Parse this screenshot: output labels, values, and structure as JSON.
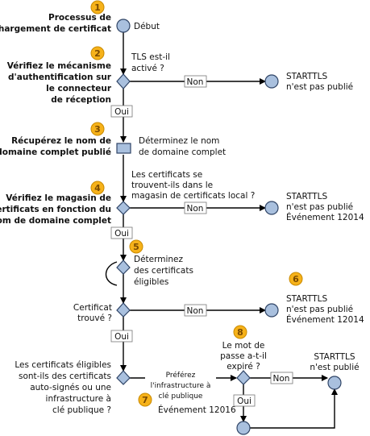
{
  "steps": {
    "s1": {
      "number": "1",
      "title": [
        "Processus de",
        "chargement de certificat"
      ],
      "node_label": "Début"
    },
    "s2": {
      "number": "2",
      "title": [
        "Vérifiez le mécanisme",
        "d'authentification sur",
        "le connecteur",
        "de réception"
      ],
      "question": [
        "TLS est-il",
        "activé ?"
      ],
      "no_label": "Non",
      "result": [
        "STARTTLS",
        "n'est pas publié"
      ],
      "yes_label": "Oui"
    },
    "s3": {
      "number": "3",
      "title": [
        "Récupérez le nom de",
        "domaine complet publié"
      ],
      "node_label": [
        "Déterminez le nom",
        "de domaine complet"
      ]
    },
    "s4": {
      "number": "4",
      "title": [
        "Vérifiez le magasin de",
        "certificats en fonction du",
        "nom de domaine complet"
      ],
      "question": [
        "Les certificats se",
        "trouvent-ils dans le",
        "magasin de certificats local ?"
      ],
      "no_label": "Non",
      "result": [
        "STARTTLS",
        "n'est pas publié",
        "Événement 12014"
      ],
      "yes_label": "Oui"
    },
    "s5": {
      "number": "5",
      "node_label": [
        "Déterminez",
        "des certificats",
        "éligibles"
      ]
    },
    "s6": {
      "number": "6",
      "question": [
        "Certificat",
        "trouvé ?"
      ],
      "no_label": "Non",
      "result": [
        "STARTTLS",
        "n'est pas publié",
        "Événement 12014"
      ],
      "yes_label": "Oui"
    },
    "s7": {
      "number": "7",
      "question": [
        "Les certificats éligibles",
        "sont-ils des certificats",
        "auto-signés ou une",
        "infrastructure à",
        "clé publique ?"
      ],
      "branch_label": [
        "Préférez",
        "l'infrastructure à",
        "clé publique"
      ],
      "event": "Événement 12016"
    },
    "s8": {
      "number": "8",
      "question": [
        "Le mot de",
        "passe a-t-il",
        "expiré ?"
      ],
      "no_label": "Non",
      "yes_label": "Oui",
      "result": [
        "STARTTLS",
        "n'est publié"
      ]
    }
  },
  "colors": {
    "shape_fill": "#a9c0de",
    "shape_stroke": "#2f4466",
    "badge": "#f6b21a"
  }
}
